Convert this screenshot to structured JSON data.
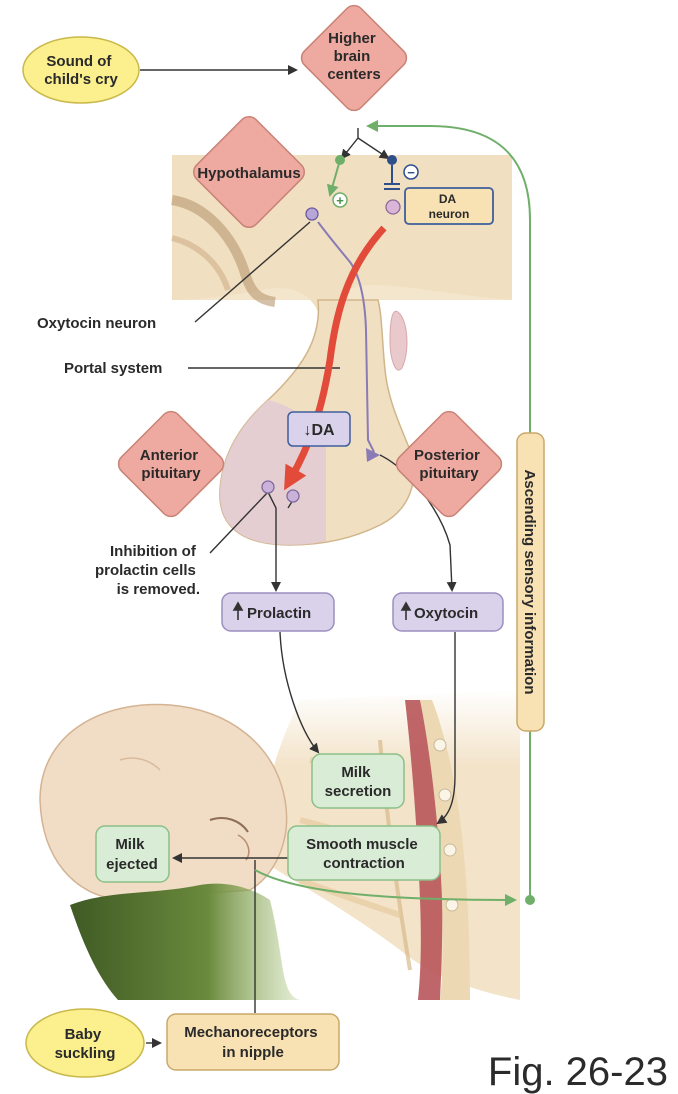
{
  "labels": {
    "sound_of_cry": [
      "Sound of",
      "child's cry"
    ],
    "higher_brain": [
      "Higher",
      "brain",
      "centers"
    ],
    "hypothalamus": "Hypothalamus",
    "plus_sign": "+",
    "minus_sign": "−",
    "da_neuron": [
      "DA",
      "neuron"
    ],
    "oxytocin_neuron": "Oxytocin neuron",
    "portal_system": "Portal system",
    "da_decrease": "↓DA",
    "anterior_pituitary": [
      "Anterior",
      "pituitary"
    ],
    "posterior_pituitary": [
      "Posterior",
      "pituitary"
    ],
    "inhibition": [
      "Inhibition of",
      "prolactin cells",
      "is removed."
    ],
    "prolactin": "Prolactin",
    "oxytocin": "Oxytocin",
    "milk_secretion": [
      "Milk",
      "secretion"
    ],
    "smooth_muscle": [
      "Smooth muscle",
      "contraction"
    ],
    "milk_ejected": [
      "Milk",
      "ejected"
    ],
    "ascending_sensory": "Ascending sensory information",
    "baby_suckling": [
      "Baby",
      "suckling"
    ],
    "mechanoreceptors": [
      "Mechanoreceptors",
      "in nipple"
    ],
    "figure_number": "Fig. 26-23"
  },
  "colors": {
    "yellow_oval": "#fbef8e",
    "yellow_stroke": "#c9b84a",
    "diamond_fill": "#eeaaa0",
    "diamond_stroke": "#c98276",
    "purple_box": "#d9d2ea",
    "purple_stroke": "#9b8fc0",
    "green_box": "#d9ecd6",
    "green_stroke": "#8cbf88",
    "tan_box": "#f8e1b3",
    "tan_stroke": "#c9a86a",
    "green_line": "#6faf6a",
    "red_arrow": "#e24b3a",
    "tissue": "#f4e6cc",
    "tissue_dark": "#d8bf98"
  }
}
